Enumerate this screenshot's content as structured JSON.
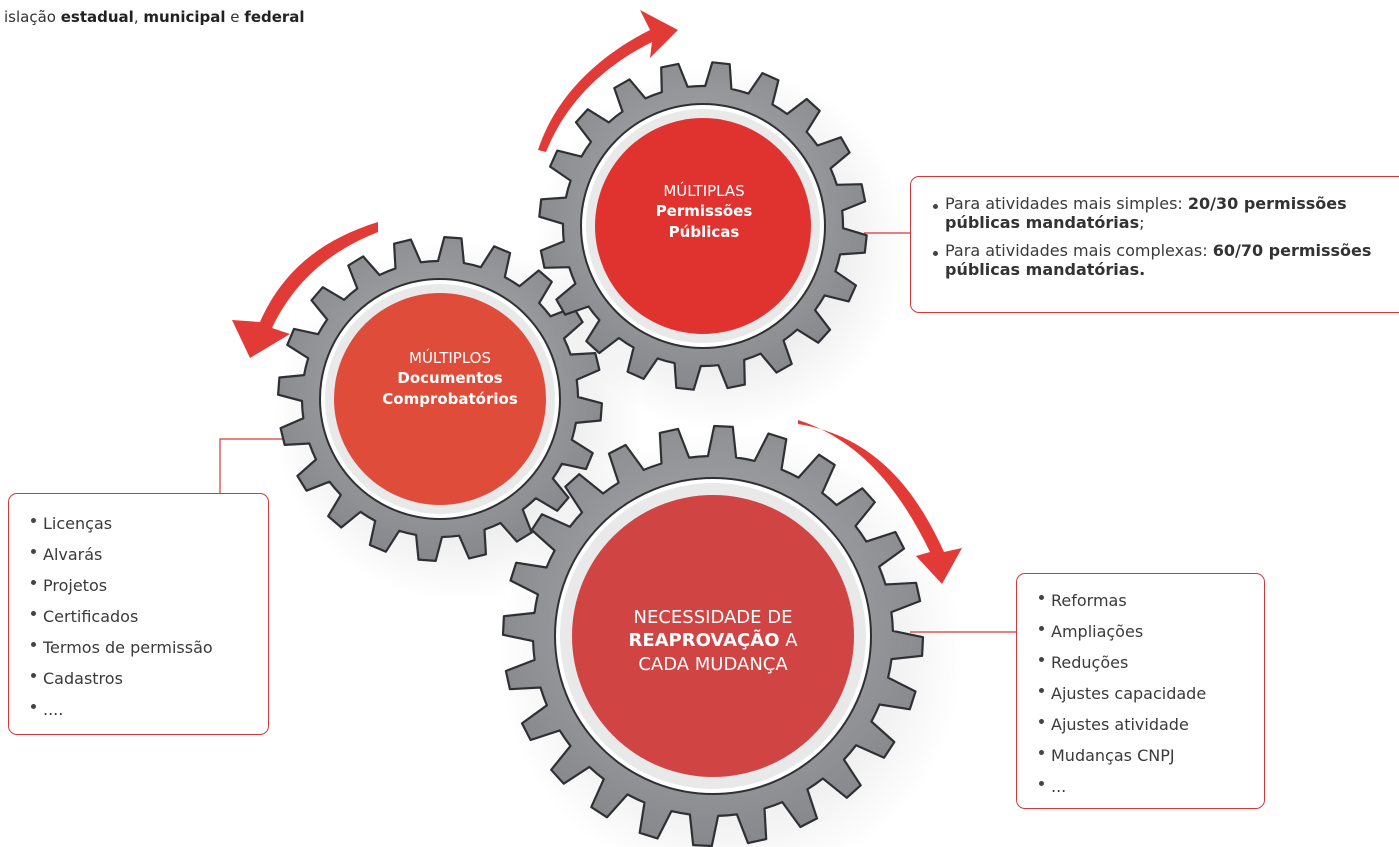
{
  "header": {
    "pre": "islação ",
    "b1": "estadual",
    "sep1": ", ",
    "b2": "municipal",
    "sep2": " e ",
    "b3": "federal"
  },
  "gears": {
    "top": {
      "line1": "MÚLTIPLAS",
      "line2a": "Permissões",
      "line2b": "Públicas"
    },
    "left": {
      "line1": "MÚLTIPLOS",
      "line2a": "Documentos",
      "line2b": "Comprobatórios"
    },
    "bottom": {
      "line1": "NECESSIDADE DE",
      "line2": "REAPROVAÇÃO",
      "line2rest": " A",
      "line3": "CADA MUDANÇA"
    }
  },
  "boxes": {
    "permissions": [
      {
        "text": "Para atividades mais simples: ",
        "bold": "20/30 permissões públicas mandatórias",
        "tail": ";"
      },
      {
        "text": "Para atividades mais complexas: ",
        "bold": "60/70 permissões públicas mandatórias.",
        "tail": ""
      }
    ],
    "documents": [
      "Licenças",
      "Alvarás",
      "Projetos",
      "Certificados",
      "Termos de permissão",
      "Cadastros",
      "...."
    ],
    "changes": [
      "Reformas",
      "Ampliações",
      "Reduções",
      "Ajustes capacidade",
      "Ajustes atividade",
      "Mudanças CNPJ",
      "..."
    ]
  },
  "colors": {
    "gear_gray": "#8f9094",
    "gear_inner": "#a7a8ac",
    "red_top": "#e03330",
    "red_left": "#df4d3a",
    "red_bottom": "#d04444",
    "border": "#d23a3a"
  }
}
